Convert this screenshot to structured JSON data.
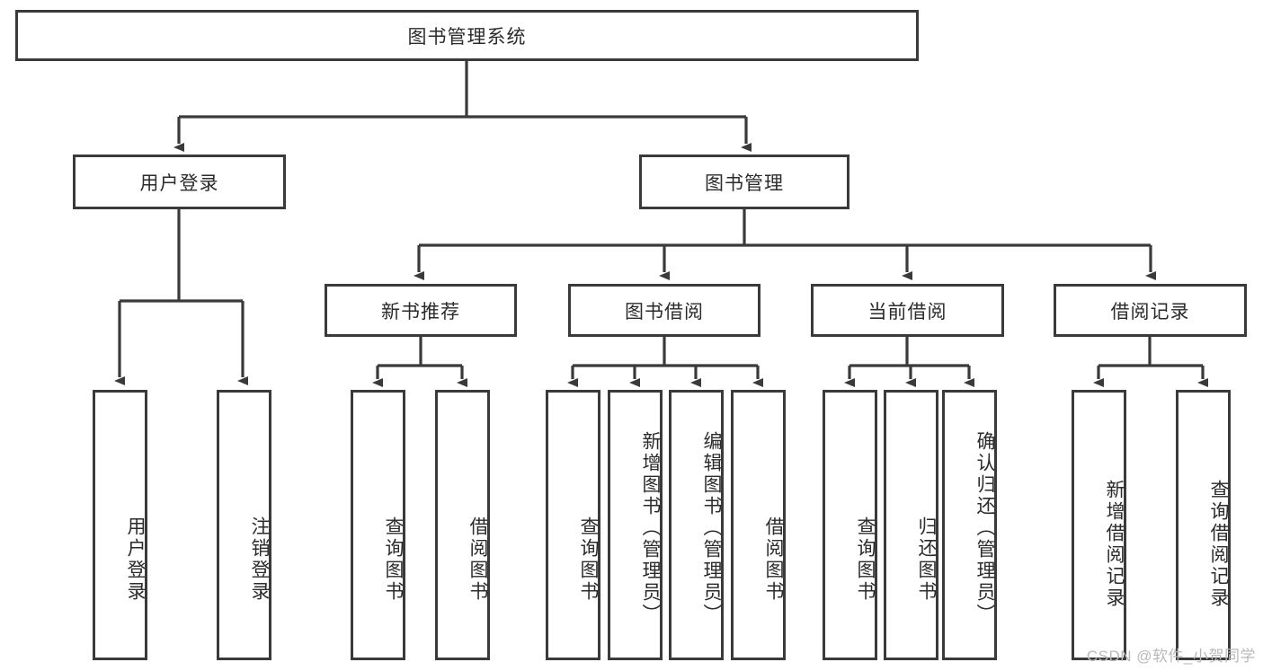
{
  "diagram": {
    "title_box": {
      "label": "图书管理系统"
    },
    "level1": [
      {
        "id": "user-login",
        "label": "用户登录"
      },
      {
        "id": "book-management",
        "label": "图书管理"
      }
    ],
    "level2": [
      {
        "id": "new-book-recommend",
        "label": "新书推荐"
      },
      {
        "id": "book-borrow",
        "label": "图书借阅"
      },
      {
        "id": "current-borrow",
        "label": "当前借阅"
      },
      {
        "id": "borrow-record",
        "label": "借阅记录"
      }
    ],
    "leaves": [
      {
        "id": "leaf-user-login",
        "label": "用户登录",
        "parent": "user-login"
      },
      {
        "id": "leaf-user-logout",
        "label": "注销登录",
        "parent": "user-login"
      },
      {
        "id": "leaf-query-book-1",
        "label": "查询图书",
        "parent": "new-book-recommend"
      },
      {
        "id": "leaf-borrow-book-1",
        "label": "借阅图书",
        "parent": "new-book-recommend"
      },
      {
        "id": "leaf-query-book-2",
        "label": "查询图书",
        "parent": "book-borrow"
      },
      {
        "id": "leaf-add-book",
        "label": "新增图书（管理员）",
        "parent": "book-borrow"
      },
      {
        "id": "leaf-edit-book",
        "label": "编辑图书（管理员）",
        "parent": "book-borrow"
      },
      {
        "id": "leaf-borrow-book-2",
        "label": "借阅图书",
        "parent": "book-borrow"
      },
      {
        "id": "leaf-query-book-3",
        "label": "查询图书",
        "parent": "current-borrow"
      },
      {
        "id": "leaf-return-book",
        "label": "归还图书",
        "parent": "current-borrow"
      },
      {
        "id": "leaf-confirm-return",
        "label": "确认归还（管理员）",
        "parent": "current-borrow"
      },
      {
        "id": "leaf-add-record",
        "label": "新增借阅记录",
        "parent": "borrow-record"
      },
      {
        "id": "leaf-query-record",
        "label": "查询借阅记录",
        "parent": "borrow-record"
      }
    ],
    "watermark": "CSDN @软件_小贺同学",
    "colors": {
      "stroke": "#3a3a3a",
      "box_fill": "#ffffff",
      "text": "#2b2b2b",
      "watermark": "#b9b9b9",
      "background": "#ffffff"
    }
  }
}
